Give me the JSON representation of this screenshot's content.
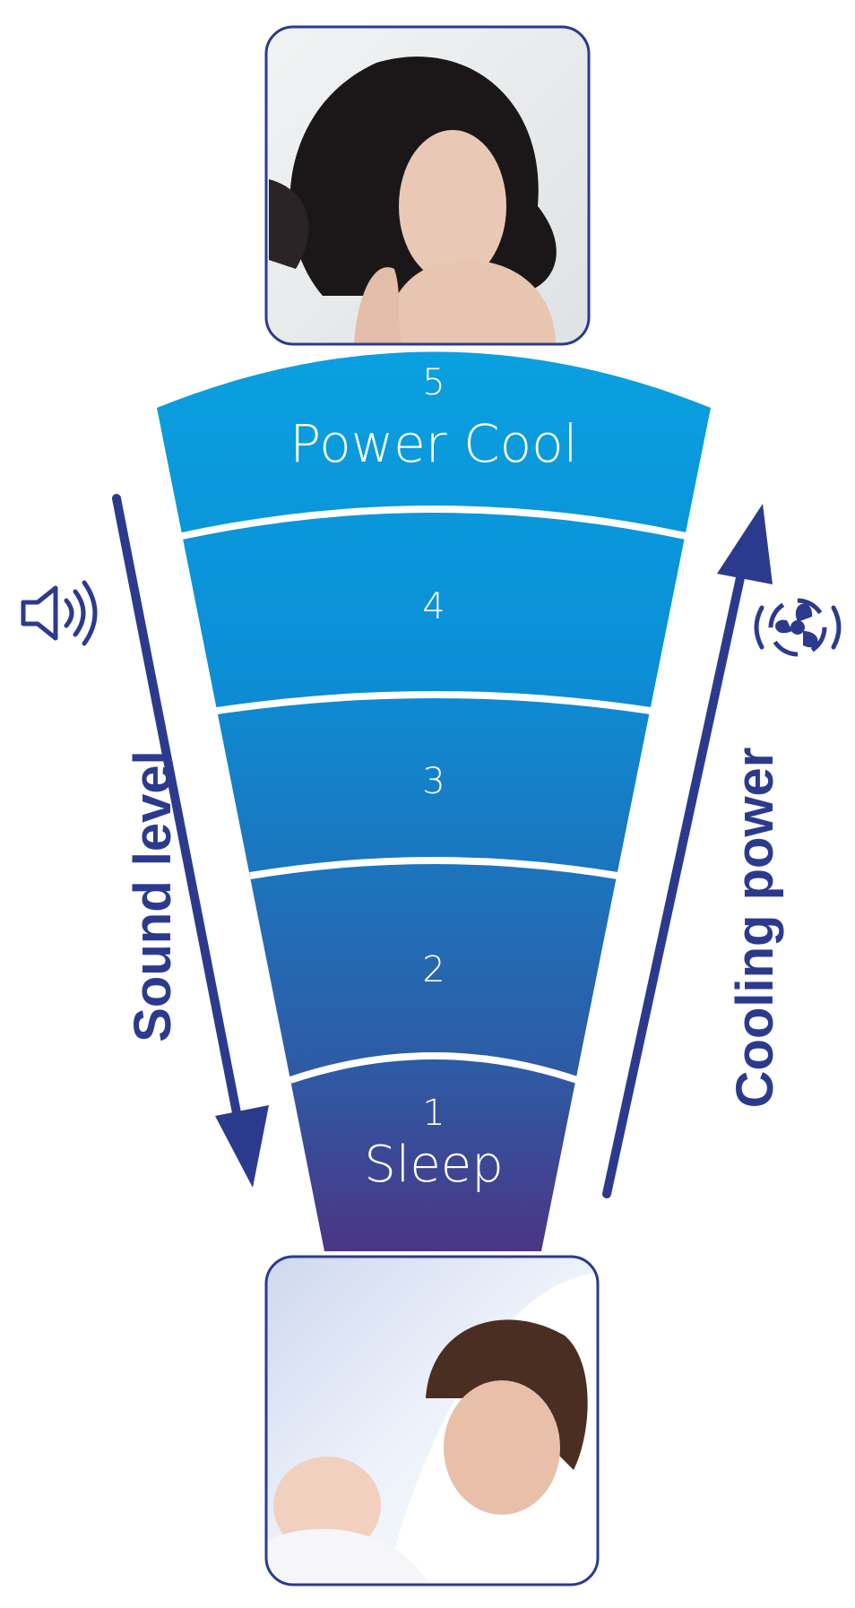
{
  "diagram": {
    "levels": [
      {
        "number": "5",
        "label": "Power Cool"
      },
      {
        "number": "4",
        "label": ""
      },
      {
        "number": "3",
        "label": ""
      },
      {
        "number": "2",
        "label": ""
      },
      {
        "number": "1",
        "label": "Sleep"
      }
    ],
    "left_axis": {
      "label": "Sound level",
      "direction": "down",
      "icon": "speaker-icon"
    },
    "right_axis": {
      "label": "Cooling power",
      "direction": "up",
      "icon": "fan-icon"
    },
    "top_image": "woman-hair-blowing-photo",
    "bottom_image": "mother-baby-sleeping-photo",
    "colors": {
      "top": "#0aa0e0",
      "mid": "#1d7cc0",
      "bottom": "#4b3585",
      "arrow": "#2c3a8e"
    }
  }
}
